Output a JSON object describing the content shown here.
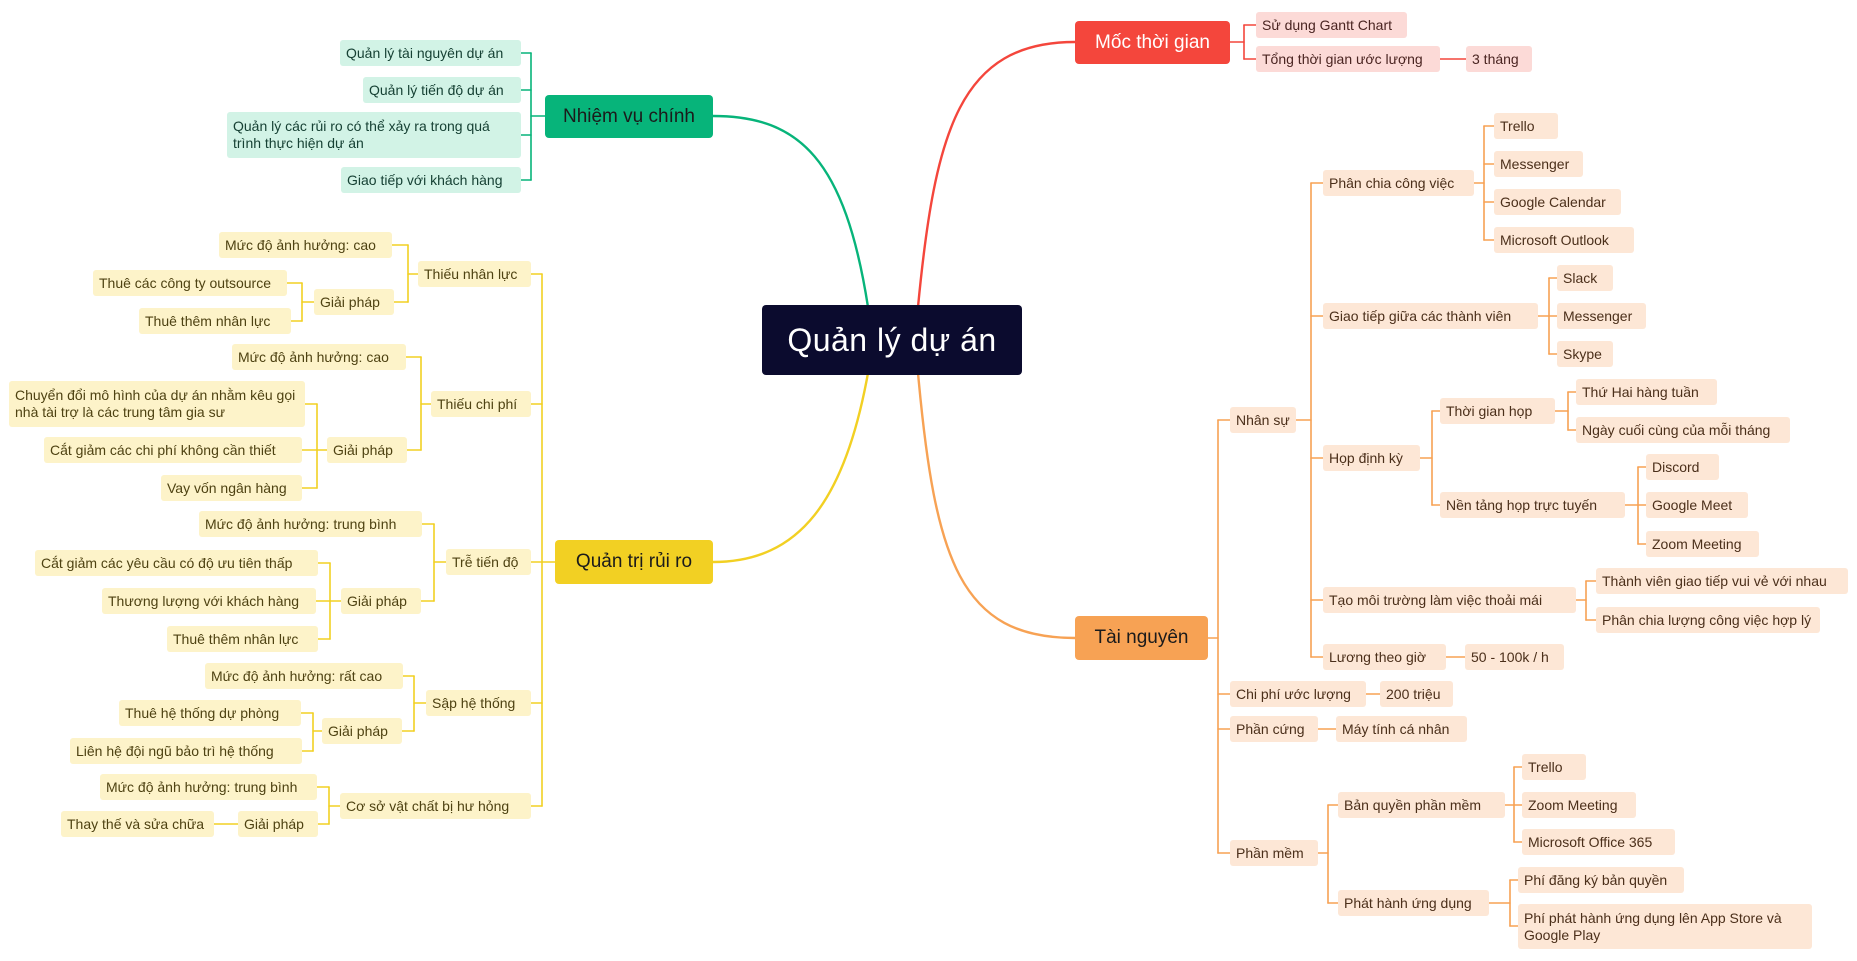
{
  "root": {
    "label": "Quản lý dự án"
  },
  "colors": {
    "root": "#0b0b2e",
    "red": "#f4463c",
    "green": "#07b47a",
    "yellow": "#f2d023",
    "orange": "#f7a254"
  },
  "branches": {
    "moc_thoi_gian": {
      "label": "Mốc thời gian",
      "gantt": "Sử dụng Gantt Chart",
      "tong_thoi_gian": "Tổng thời gian ước lượng",
      "ba_thang": "3 tháng"
    },
    "nhiem_vu_chinh": {
      "label": "Nhiệm vụ chính",
      "items": [
        "Quản lý tài nguyên dự án",
        "Quản lý tiến độ dự án",
        "Quản lý các rủi ro có thể xảy ra trong quá trình thực hiện dự án",
        "Giao tiếp với khách hàng"
      ]
    },
    "quan_tri_rui_ro": {
      "label": "Quản trị rủi ro",
      "thieu_nhan_luc": {
        "label": "Thiếu nhân lực",
        "muc_do": "Mức độ ảnh hưởng: cao",
        "giai_phap": "Giải pháp",
        "solutions": [
          "Thuê các công ty outsource",
          "Thuê thêm nhân lực"
        ]
      },
      "thieu_chi_phi": {
        "label": "Thiếu chi phí",
        "muc_do": "Mức độ ảnh hưởng: cao",
        "giai_phap": "Giải pháp",
        "solutions": [
          "Chuyển đổi mô hình của dự án nhằm kêu gọi nhà tài trợ là các trung tâm gia sư",
          "Cắt giảm các chi phí không cần thiết",
          "Vay vốn ngân hàng"
        ]
      },
      "tre_tien_do": {
        "label": "Trễ tiến độ",
        "muc_do": "Mức độ ảnh hưởng: trung bình",
        "giai_phap": "Giải pháp",
        "solutions": [
          "Cắt giảm các yêu cầu có độ ưu tiên thấp",
          "Thương lượng với khách hàng",
          "Thuê thêm nhân lực"
        ]
      },
      "sap_he_thong": {
        "label": "Sập hệ thống",
        "muc_do": "Mức độ ảnh hưởng: rất cao",
        "giai_phap": "Giải pháp",
        "solutions": [
          "Thuê hệ thống dự phòng",
          "Liên hệ đội ngũ bảo trì hệ thống"
        ]
      },
      "co_so_vat_chat": {
        "label": "Cơ sở vật chất bị hư hỏng",
        "muc_do": "Mức độ ảnh hưởng: trung bình",
        "giai_phap": "Giải pháp",
        "solutions": [
          "Thay thế và sửa chữa"
        ]
      }
    },
    "tai_nguyen": {
      "label": "Tài nguyên",
      "nhan_su": {
        "label": "Nhân sự",
        "phan_chia": {
          "label": "Phân chia công việc",
          "tools": [
            "Trello",
            "Messenger",
            "Google Calendar",
            "Microsoft Outlook"
          ]
        },
        "giao_tiep": {
          "label": "Giao tiếp giữa các thành viên",
          "tools": [
            "Slack",
            "Messenger",
            "Skype"
          ]
        },
        "hop_dinh_ky": {
          "label": "Họp định kỳ",
          "thoi_gian_hop": {
            "label": "Thời gian họp",
            "items": [
              "Thứ Hai hàng tuần",
              "Ngày cuối cùng của mỗi tháng"
            ]
          },
          "nen_tang": {
            "label": "Nền tảng họp trực tuyến",
            "items": [
              "Discord",
              "Google Meet",
              "Zoom Meeting"
            ]
          }
        },
        "moi_truong": {
          "label": "Tạo môi trường làm việc thoải mái",
          "items": [
            "Thành viên giao tiếp vui vẻ với nhau",
            "Phân chia lượng công việc hợp lý"
          ]
        },
        "luong": {
          "label": "Lương theo giờ",
          "value": "50 - 100k / h"
        }
      },
      "chi_phi": {
        "label": "Chi phí ước lượng",
        "value": "200 triệu"
      },
      "phan_cung": {
        "label": "Phần cứng",
        "value": "Máy tính cá nhân"
      },
      "phan_mem": {
        "label": "Phần mềm",
        "ban_quyen": {
          "label": "Bản quyền phần mềm",
          "items": [
            "Trello",
            "Zoom Meeting",
            "Microsoft Office 365"
          ]
        },
        "phat_hanh": {
          "label": "Phát hành ứng dụng",
          "items": [
            "Phí đăng ký bản quyền",
            "Phí phát hành ứng dụng lên App Store và Google Play"
          ]
        }
      }
    }
  }
}
